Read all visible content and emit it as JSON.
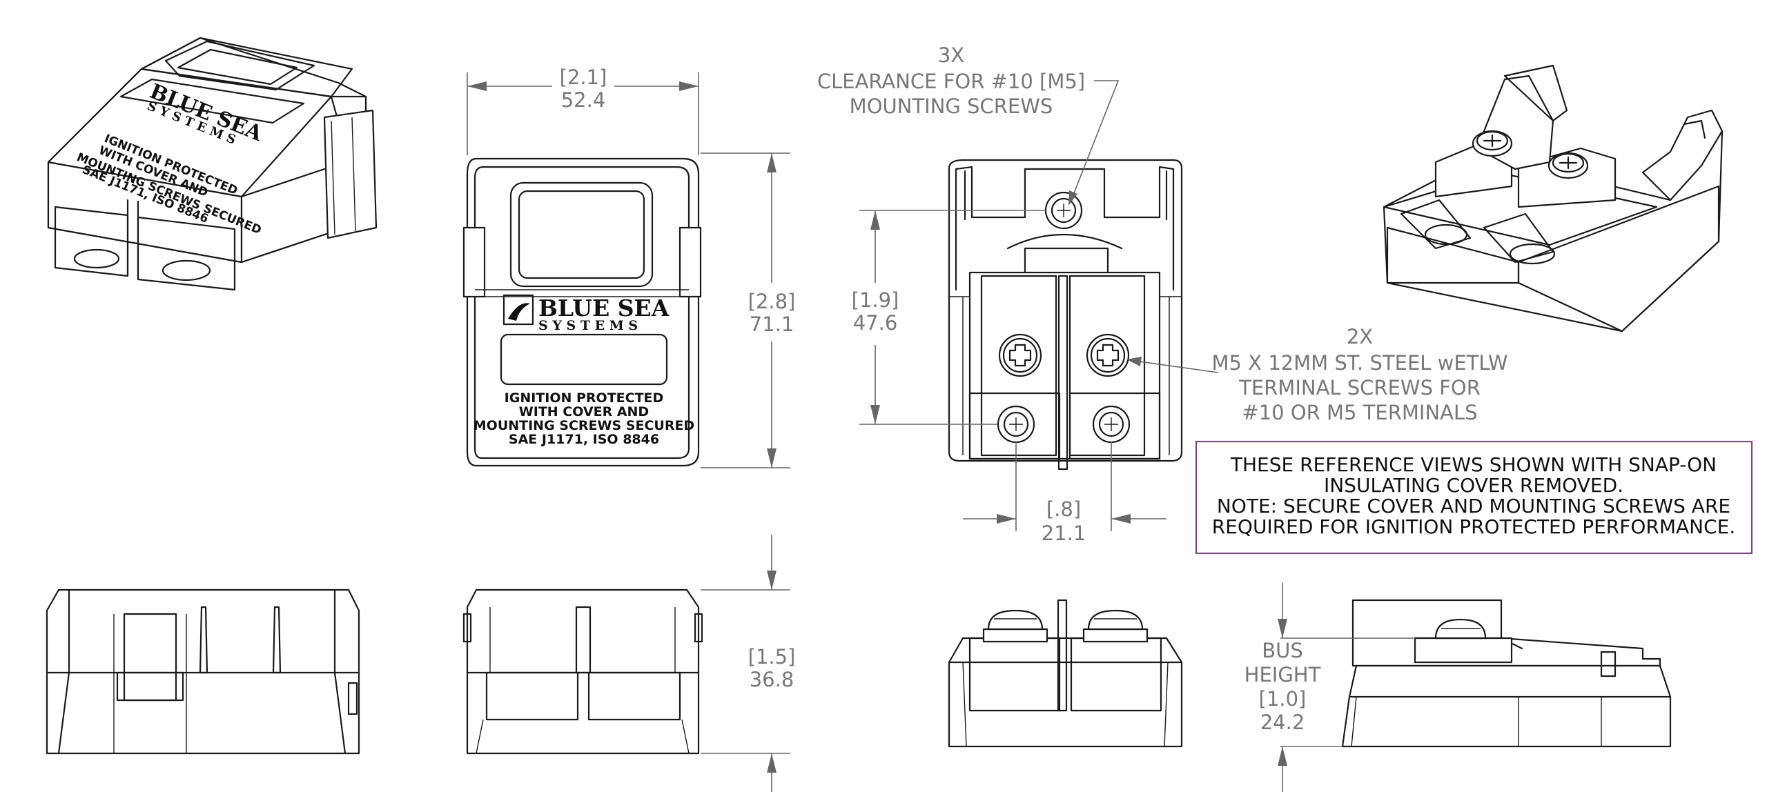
{
  "dimensions": {
    "width_in": "[2.1]",
    "width_mm": "52.4",
    "height_in": "[2.8]",
    "height_mm": "71.1",
    "mount_spacing_in": "[1.9]",
    "mount_spacing_mm": "47.6",
    "terminal_spacing_in": "[.8]",
    "terminal_spacing_mm": "21.1",
    "depth_in": "[1.5]",
    "depth_mm": "36.8",
    "bus_label_1": "BUS",
    "bus_label_2": "HEIGHT",
    "bus_height_in": "[1.0]",
    "bus_height_mm": "24.2"
  },
  "callouts": {
    "mounting": [
      "3X",
      "CLEARANCE FOR #10 [M5]",
      "MOUNTING SCREWS"
    ],
    "terminal": [
      "2X",
      "M5 X 12MM ST. STEEL wETLW",
      "TERMINAL SCREWS FOR",
      "#10 OR M5 TERMINALS"
    ]
  },
  "note_box": [
    "THESE REFERENCE VIEWS SHOWN WITH SNAP-ON",
    "INSULATING COVER REMOVED.",
    "NOTE: SECURE COVER AND MOUNTING SCREWS ARE",
    "REQUIRED FOR IGNITION PROTECTED PERFORMANCE."
  ],
  "product_label": {
    "brand_line_1": "BLUE SEA",
    "brand_line_2": "S Y S T E M S",
    "label": [
      "IGNITION PROTECTED",
      "WITH COVER AND",
      "MOUNTING SCREWS SECURED",
      "SAE J1171, ISO 8846"
    ]
  },
  "colors": {
    "dimension_gray": "#777777",
    "note_border": "#7a4a82",
    "line_black": "#1a1a1a"
  }
}
